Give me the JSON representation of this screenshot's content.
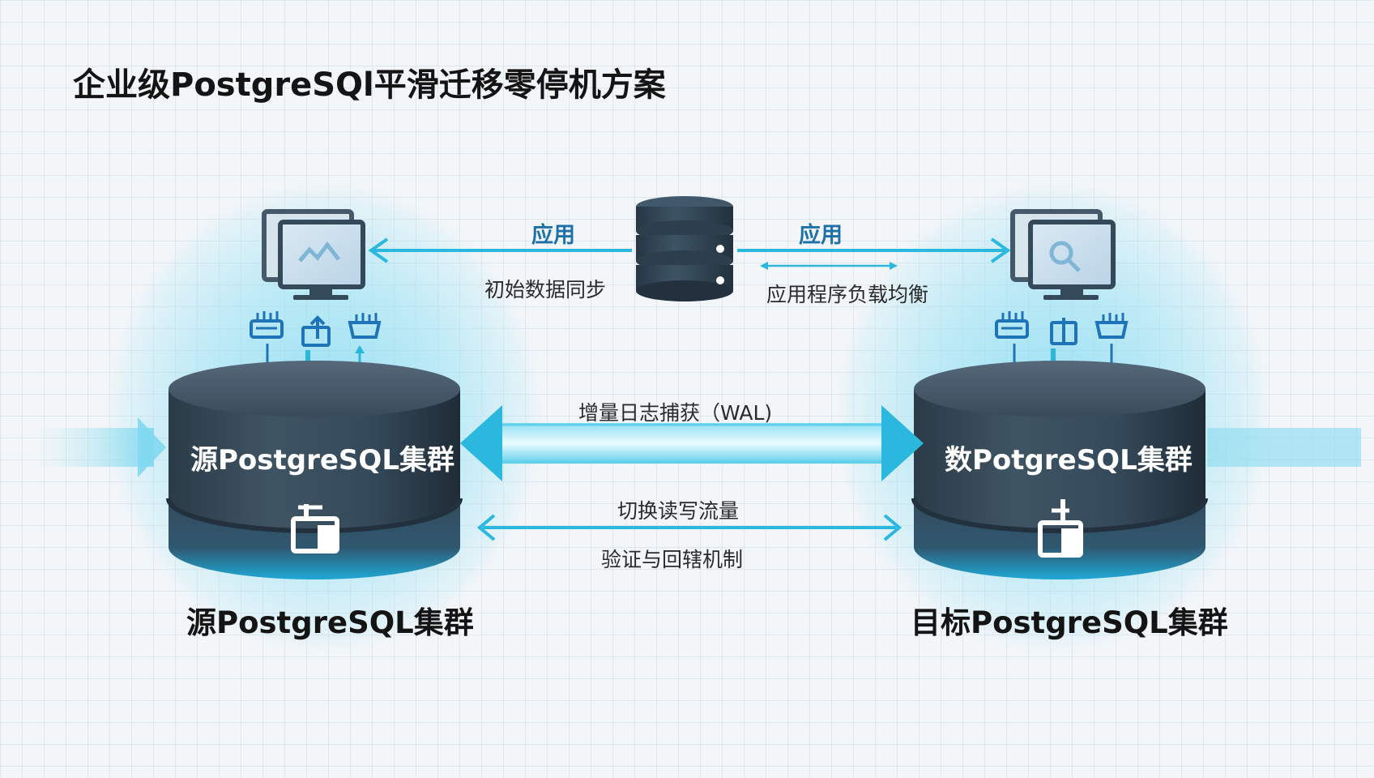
{
  "title": "企业级PostgreSQl平滑迁移零停机方案",
  "top": {
    "left_arrow_label": "应用",
    "left_sub_label": "初始数据同步",
    "right_arrow_label": "应用",
    "right_sub_label": "应用程序负载均衡"
  },
  "middle": {
    "wal_label": "增量日志捕获（WAL)",
    "switch_label": "切换读写流量",
    "rollback_label": "验证与回辖机制"
  },
  "source_cluster": {
    "cylinder_text": "源PostgreSQL集群",
    "caption": "源PostgreSQL集群"
  },
  "target_cluster": {
    "cylinder_text": "数PotgreSQL集群",
    "caption": "目标PostgreSQL集群"
  },
  "icons": {
    "monitor_left": "monitor-chart-icon",
    "monitor_right": "monitor-search-icon",
    "central_db": "database-server-icon",
    "cluster": "network-node-icon"
  },
  "colors": {
    "cyan": "#2ab8de",
    "cyan_light": "#7fd8ef",
    "blue_text": "#1e70a8",
    "cylinder_dark": "#34495a",
    "cylinder_top": "#4b5d6c"
  }
}
